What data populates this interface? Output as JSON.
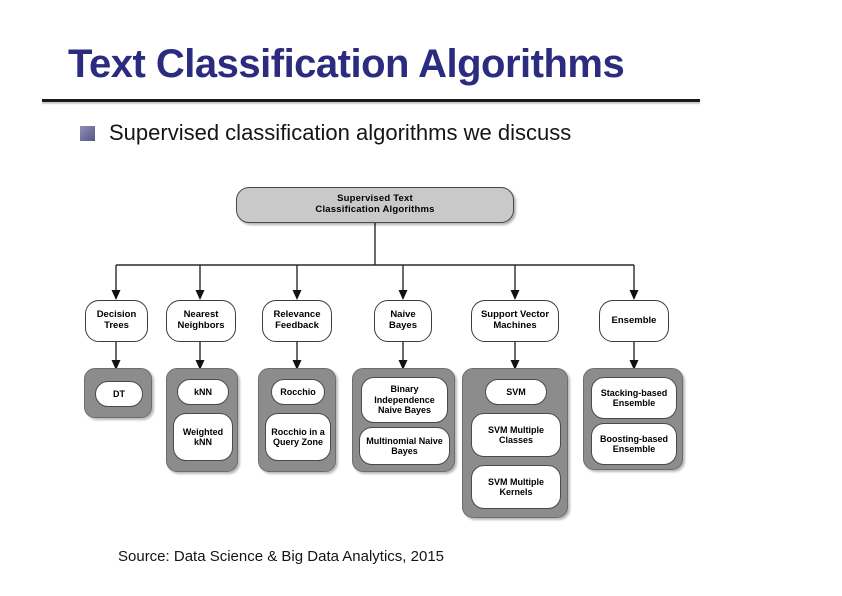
{
  "slide": {
    "title": "Text Classification Algorithms",
    "bullet": {
      "marker": "square-bullet-icon",
      "text": "Supervised classification algorithms we discuss"
    },
    "source": "Source: Data Science & Big Data Analytics, 2015"
  },
  "colors": {
    "title": "#2b2b7f",
    "rule": "#1a1a1a",
    "bullet": "#6f6f9c",
    "root_fill": "#c9c9c9",
    "group_fill": "#8c8c8c",
    "node_fill": "#ffffff",
    "stroke": "#3d3d3d"
  },
  "diagram": {
    "type": "tree",
    "root": {
      "label": "Supervised Text\nClassification Algorithms",
      "line1": "Supervised Text",
      "line2": "Classification Algorithms"
    },
    "branches": [
      {
        "id": "decision-trees",
        "label": "Decision Trees",
        "line1": "Decision",
        "line2": "Trees",
        "leaves": [
          {
            "label": "DT",
            "line1": "DT",
            "line2": ""
          }
        ]
      },
      {
        "id": "nearest-neighbors",
        "label": "Nearest Neighbors",
        "line1": "Nearest",
        "line2": "Neighbors",
        "leaves": [
          {
            "label": "kNN",
            "line1": "kNN",
            "line2": ""
          },
          {
            "label": "Weighted kNN",
            "line1": "Weighted",
            "line2": "kNN"
          }
        ]
      },
      {
        "id": "relevance-feedback",
        "label": "Relevance Feedback",
        "line1": "Relevance",
        "line2": "Feedback",
        "leaves": [
          {
            "label": "Rocchio",
            "line1": "Rocchio",
            "line2": ""
          },
          {
            "label": "Rocchio in a Query Zone",
            "line1": "Rocchio in a",
            "line2": "Query Zone"
          }
        ]
      },
      {
        "id": "naive-bayes",
        "label": "Naive Bayes",
        "line1": "Naive",
        "line2": "Bayes",
        "leaves": [
          {
            "label": "Binary Independence Naive Bayes",
            "line1": "Binary",
            "line2": "Independence",
            "line3": "Naive Bayes"
          },
          {
            "label": "Multinomial Naive Bayes",
            "line1": "Multinomial Naive",
            "line2": "Bayes"
          }
        ]
      },
      {
        "id": "support-vector-machines",
        "label": "Support Vector Machines",
        "line1": "Support Vector",
        "line2": "Machines",
        "leaves": [
          {
            "label": "SVM",
            "line1": "SVM",
            "line2": ""
          },
          {
            "label": "SVM Multiple Classes",
            "line1": "SVM Multiple",
            "line2": "Classes"
          },
          {
            "label": "SVM Multiple Kernels",
            "line1": "SVM Multiple",
            "line2": "Kernels"
          }
        ]
      },
      {
        "id": "ensemble",
        "label": "Ensemble",
        "line1": "Ensemble",
        "line2": "",
        "leaves": [
          {
            "label": "Stacking based Ensemble",
            "line1": "Stacking-based",
            "line2": "Ensemble"
          },
          {
            "label": "Boosting-based Ensemble",
            "line1": "Boosting-based",
            "line2": "Ensemble"
          }
        ]
      }
    ]
  }
}
